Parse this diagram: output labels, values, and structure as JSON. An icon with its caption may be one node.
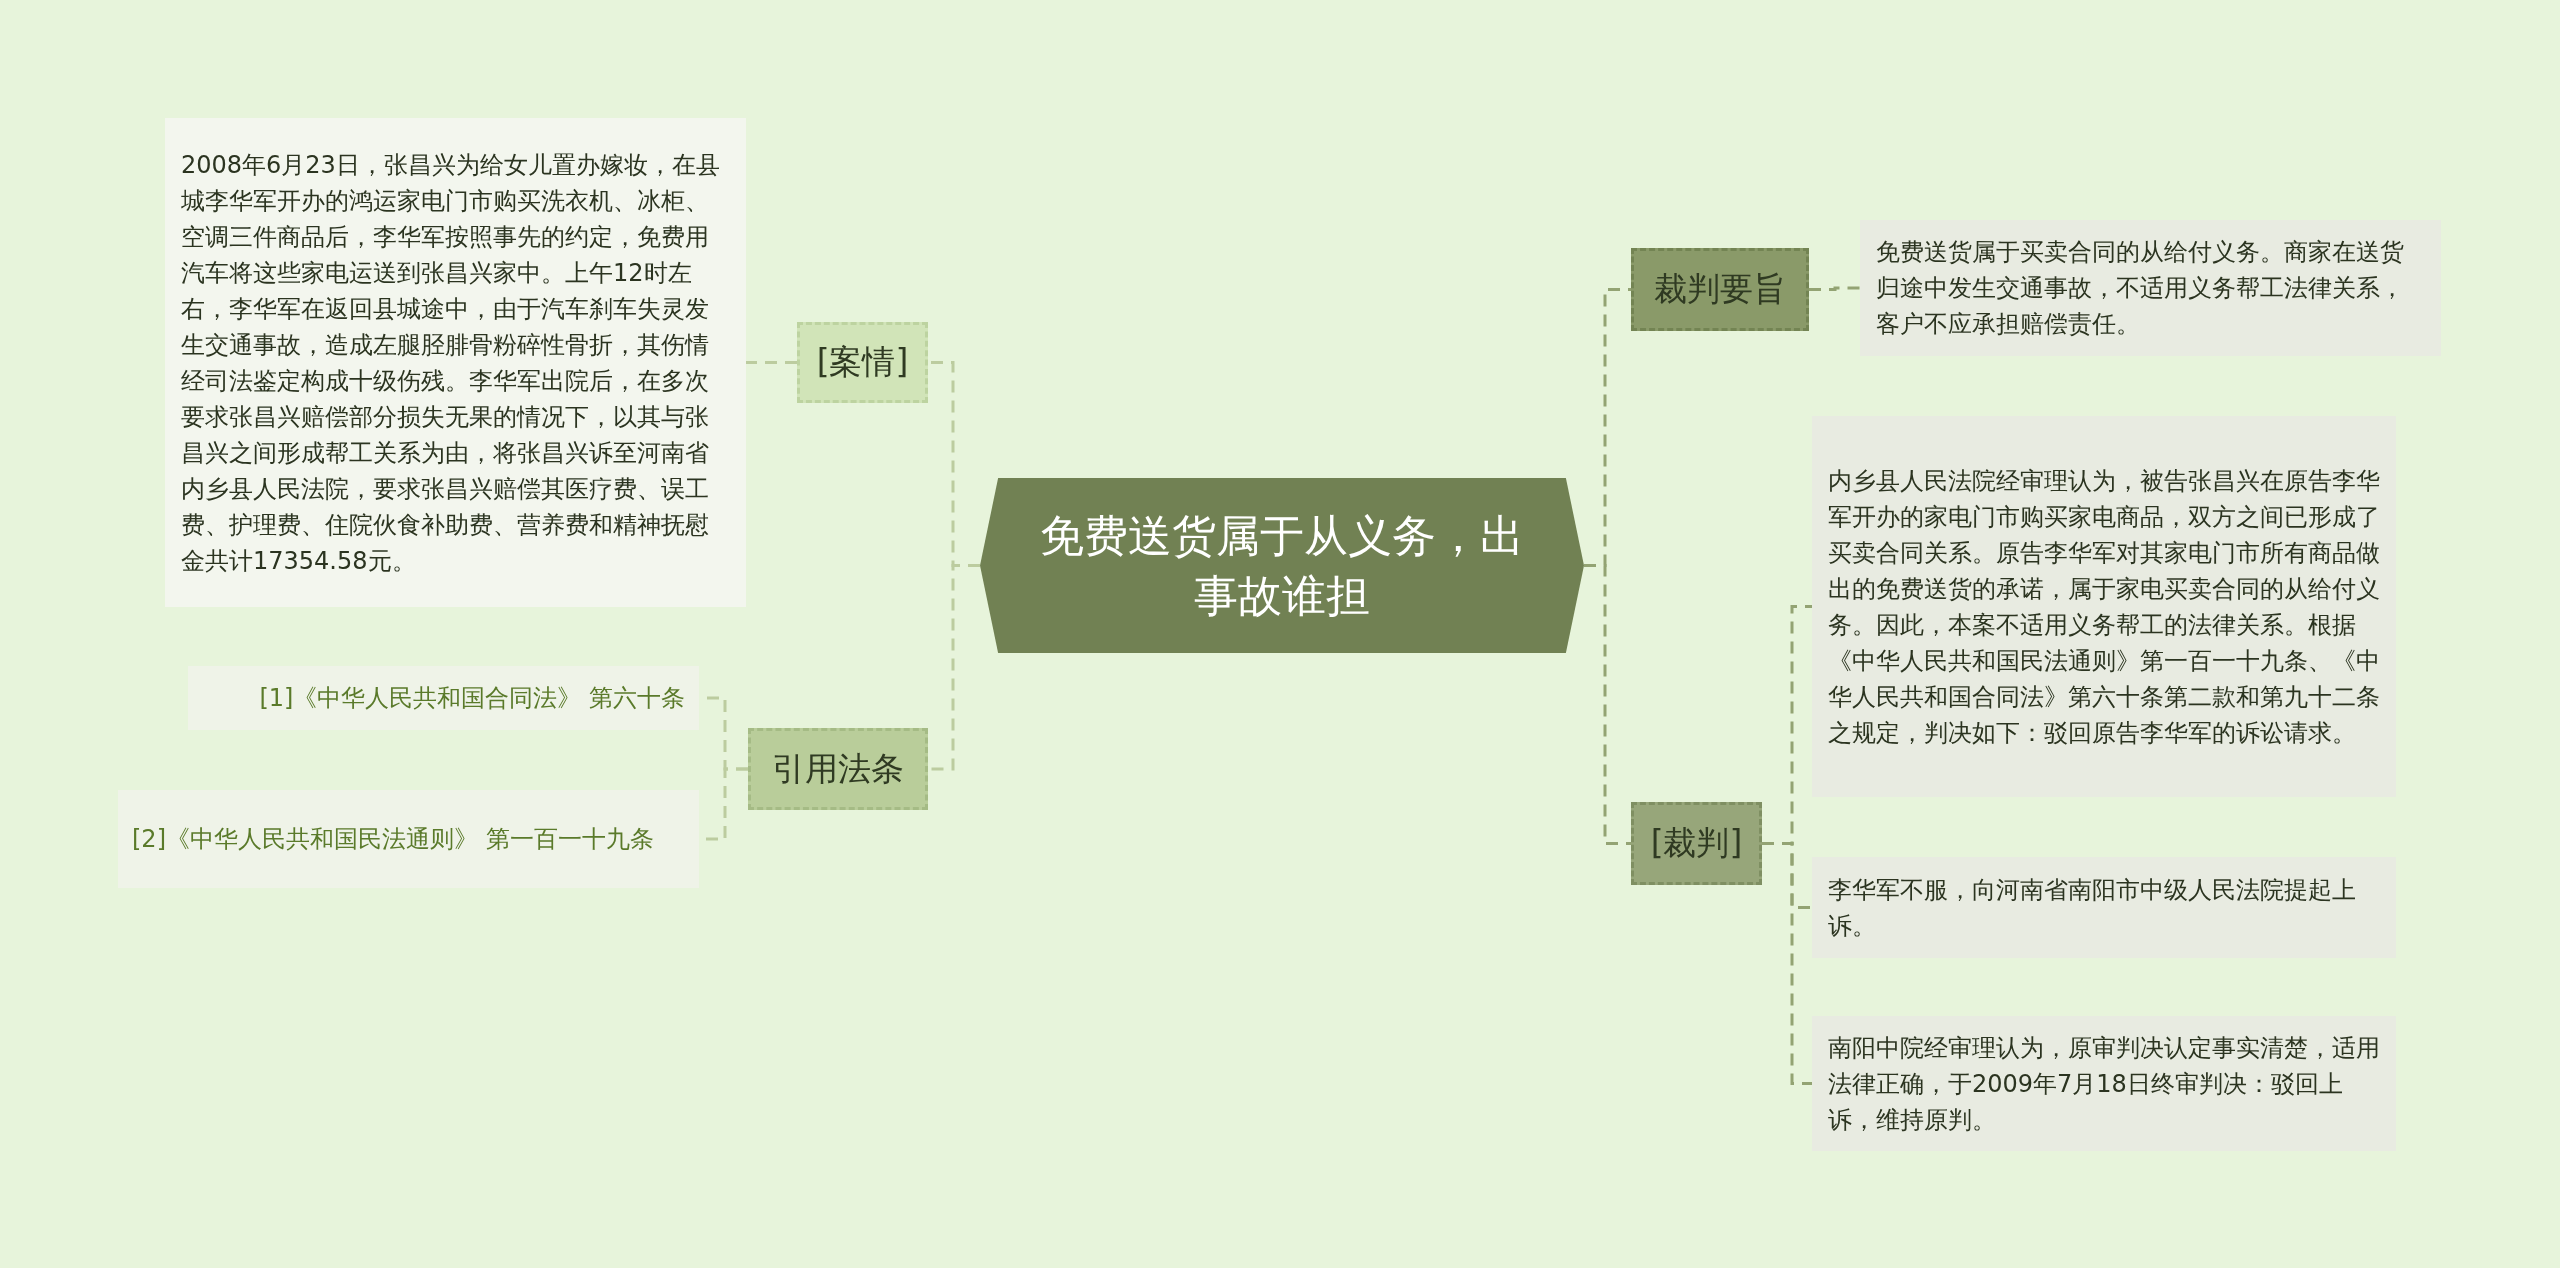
{
  "diagram": {
    "nodes": [
      {
        "text": [
          "免费送货属于从义务，出事故谁担"
        ]
      },
      {
        "text": [
          "[案情]"
        ]
      },
      {
        "text": [
          "2008年6月23日，张昌兴为给女儿置办嫁妆，在县城李华军开办的鸿运家电门市购买洗衣机、冰柜、空调三件商品后，李华军按照事先的约定，免费用汽车将这些家电运送到张昌兴家中。上午12时左右，李华军在返回县城途中，由于汽车刹车失灵发生交通事故，造成左腿胫腓骨粉碎性骨折，其伤情经司法鉴定构成十级伤残。李华军出院后，在多次要求张昌兴赔偿部分损失无果的情况下，以其与张昌兴之间形成帮工关系为由，将张昌兴诉至河南省内乡县人民法院，要求张昌兴赔偿其医疗费、误工费、护理费、住院伙食补助费、营养费和精神抚慰金共计17354.58元。"
        ]
      },
      {
        "text": [
          "引用法条"
        ]
      },
      {
        "text": [
          "[1]《中华人民共和国合同法》 第六十条"
        ]
      },
      {
        "text": [
          "[2]《中华人民共和国民法通则》 第一百一十九条"
        ]
      },
      {
        "text": [
          "裁判要旨"
        ]
      },
      {
        "text": [
          "免费送货属于买卖合同的从给付义务。商家在送货归途中发生交通事故，不适用义务帮工法律关系，客户不应承担赔偿责任。"
        ]
      },
      {
        "text": [
          "[裁判]"
        ]
      },
      {
        "text": [
          "内乡县人民法院经审理认为，被告张昌兴在原告李华军开办的家电门市购买家电商品，双方之间已形成了买卖合同关系。原告李华军对其家电门市所有商品做出的免费送货的承诺，属于家电买卖合同的从给付义务。因此，本案不适用义务帮工的法律关系。根据《中华人民共和国民法通则》第一百一十九条、《中华人民共和国合同法》第六十条第二款和第九十二条之规定，判决如下：驳回原告李华军的诉讼请求。"
        ]
      },
      {
        "text": [
          "李华军不服，向河南省南阳市中级人民法院提起上诉。"
        ]
      },
      {
        "text": [
          "南阳中院经审理认为，原审判决认定事实清楚，适用法律正确，于2009年7月18日终审判决：驳回上诉，维持原判。"
        ]
      }
    ],
    "edges": [
      {
        "from": 0,
        "to": 1,
        "arrow": "none",
        "style": "dashed"
      },
      {
        "from": 1,
        "to": 2,
        "arrow": "none",
        "style": "dashed"
      },
      {
        "from": 0,
        "to": 3,
        "arrow": "none",
        "style": "dashed"
      },
      {
        "from": 3,
        "to": 4,
        "arrow": "none",
        "style": "dashed"
      },
      {
        "from": 3,
        "to": 5,
        "arrow": "none",
        "style": "dashed"
      },
      {
        "from": 0,
        "to": 6,
        "arrow": "none",
        "style": "dashed"
      },
      {
        "from": 6,
        "to": 7,
        "arrow": "none",
        "style": "dashed"
      },
      {
        "from": 0,
        "to": 8,
        "arrow": "none",
        "style": "dashed"
      },
      {
        "from": 8,
        "to": 9,
        "arrow": "none",
        "style": "dashed"
      },
      {
        "from": 8,
        "to": 10,
        "arrow": "none",
        "style": "dashed"
      },
      {
        "from": 8,
        "to": 11,
        "arrow": "none",
        "style": "dashed"
      }
    ]
  }
}
